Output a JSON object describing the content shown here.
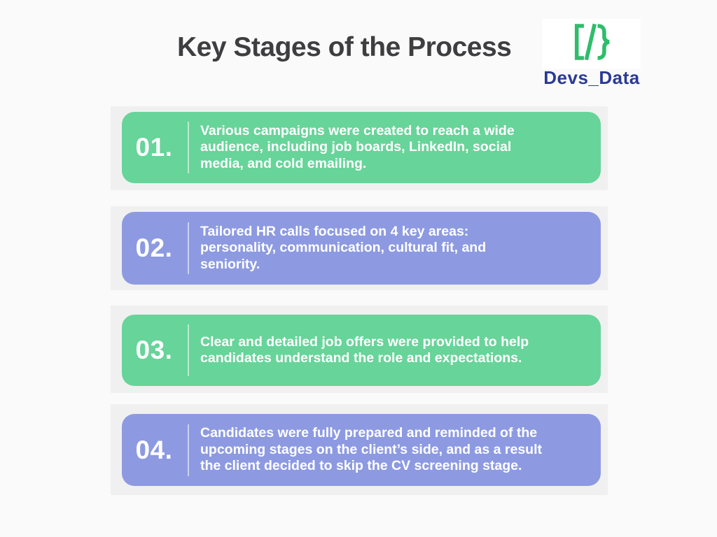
{
  "page": {
    "title": "Key Stages of the Process",
    "background_color": "#fafafa",
    "stage_backing_color": "#f0f0f1",
    "title_color": "#3e3e40"
  },
  "logo": {
    "symbol": "code-brackets",
    "symbol_color": "#2ebd6b",
    "name": "Devs_Data",
    "name_color": "#2b3a94"
  },
  "stages": [
    {
      "number": "01.",
      "color": "#67d499",
      "text": "Various campaigns were created to reach a wide\naudience, including job boards, LinkedIn, social\nmedia, and cold emailing."
    },
    {
      "number": "02.",
      "color": "#8d9ae1",
      "text": "Tailored HR calls focused on 4 key areas:\npersonality, communication, cultural fit, and\nseniority."
    },
    {
      "number": "03.",
      "color": "#67d499",
      "text": "Clear and detailed job offers were provided to help\ncandidates understand the role and expectations."
    },
    {
      "number": "04.",
      "color": "#8d9ae1",
      "text": "Candidates were fully prepared and reminded of the\nupcoming stages on the client’s side, and as a result\nthe client decided to skip the CV screening stage."
    }
  ]
}
